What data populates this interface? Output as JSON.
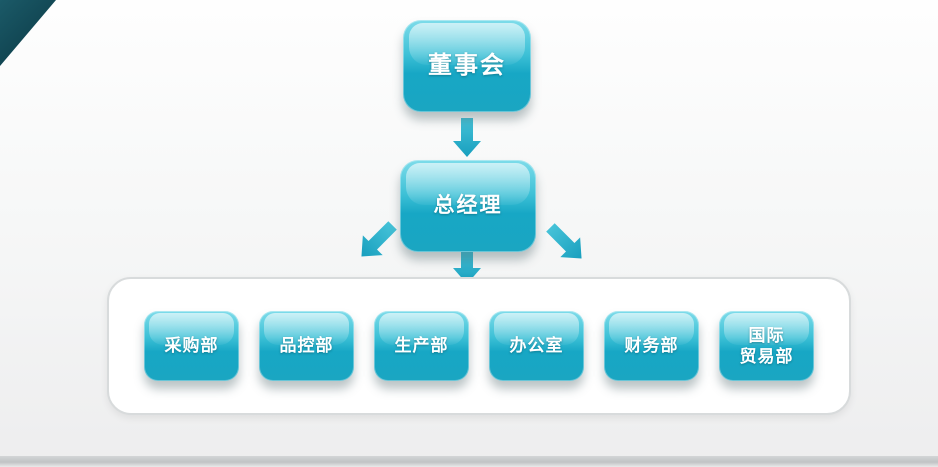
{
  "org": {
    "root": {
      "label": "董事会"
    },
    "manager": {
      "label": "总经理"
    },
    "departments": [
      {
        "label": "采购部"
      },
      {
        "label": "品控部"
      },
      {
        "label": "生产部"
      },
      {
        "label": "办公室"
      },
      {
        "label": "财务部"
      },
      {
        "label": "国际\n贸易部"
      }
    ]
  },
  "colors": {
    "box_gradient_top": "#7edcea",
    "box_gradient_bottom": "#1aa6c2",
    "arrow": "#27b0ca",
    "corner_decoration": "#0d3d49",
    "container_border": "#d8dbdc",
    "text": "#ffffff",
    "background": "#f5f6f6"
  }
}
